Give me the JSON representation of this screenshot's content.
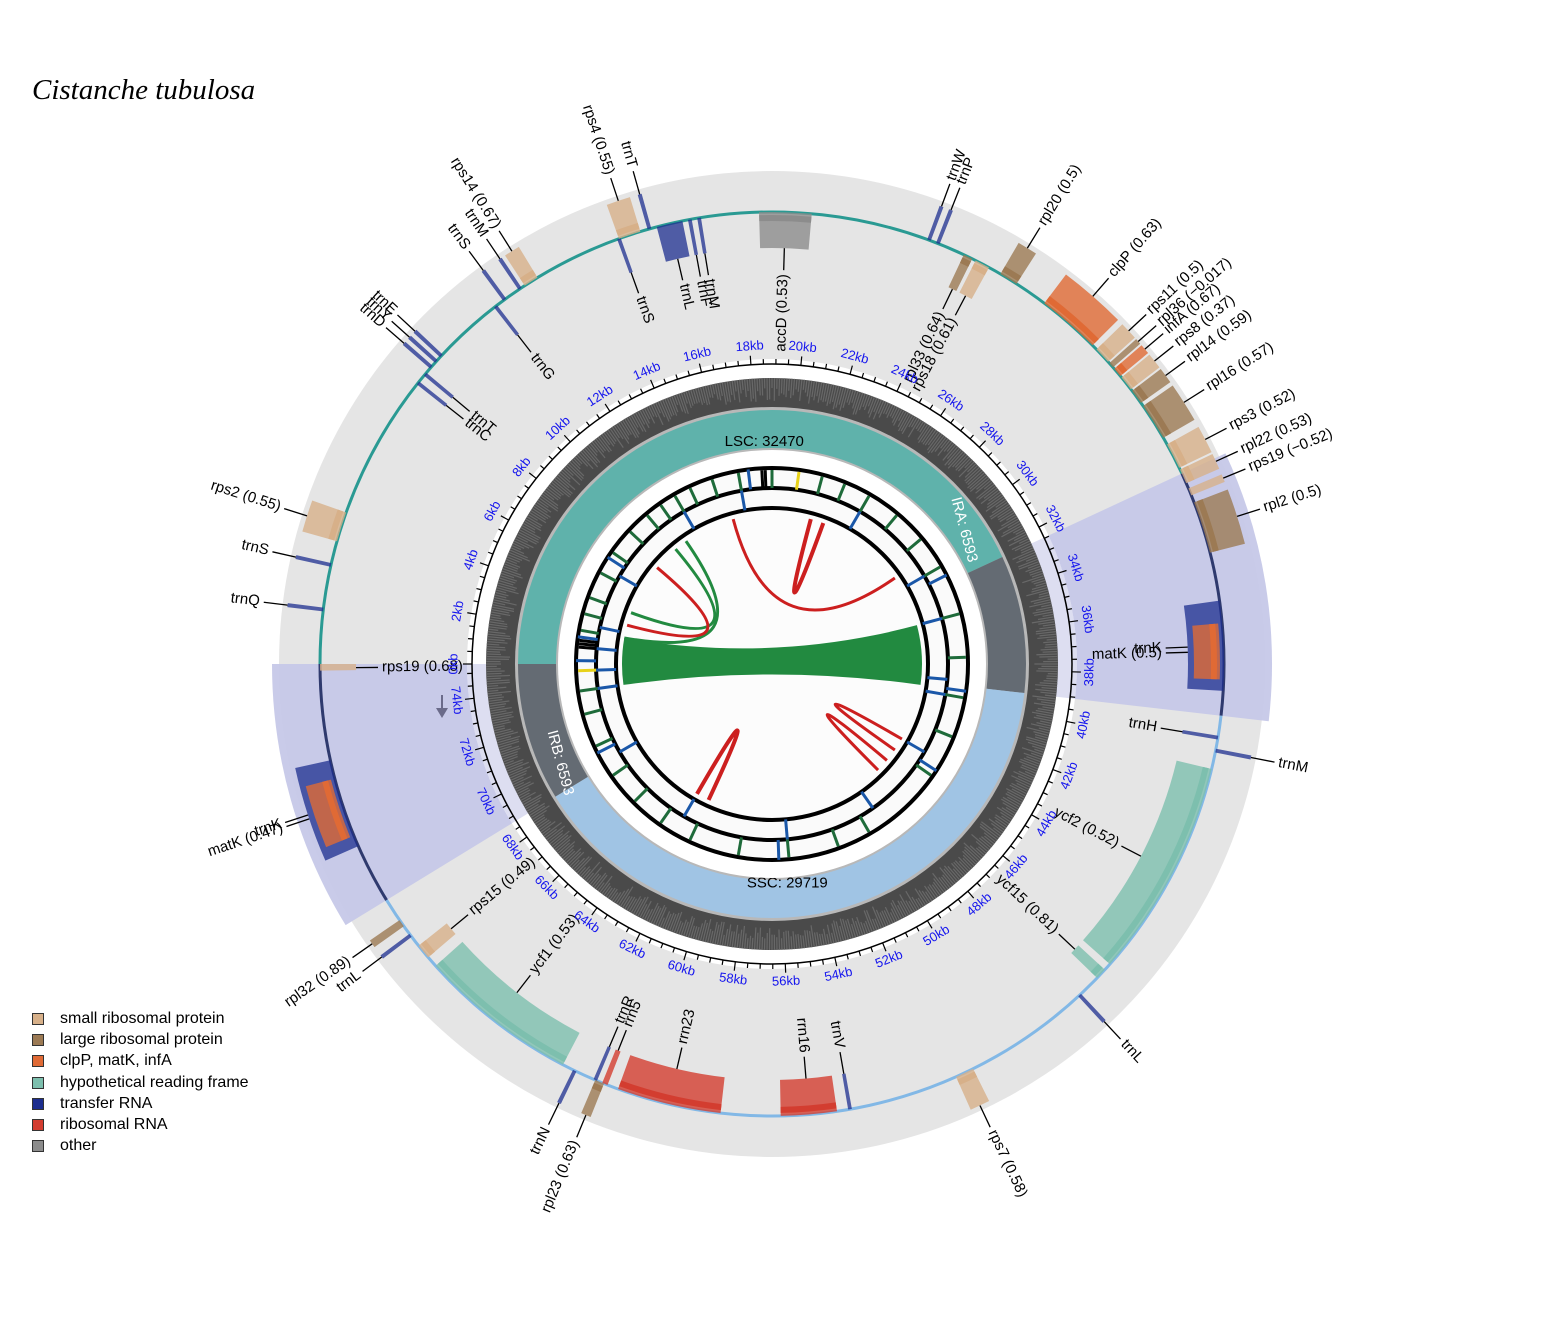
{
  "title": "Cistanche tubulosa",
  "colors": {
    "small_ribosomal": "#d7b089",
    "large_ribosomal": "#9c7a54",
    "clpP_matK_infA": "#e06a35",
    "hypothetical": "#7dbfae",
    "trna": "#1c2d8f",
    "rrna": "#d33d30",
    "other": "#8c8c8c",
    "lsc": "#5fb2ab",
    "ssc": "#a0c4e4",
    "ir": "#646b73",
    "ir_shade": "#c6c8e8",
    "ring_bg": "#e5e5e5",
    "lsc_line": "#2a9a93",
    "ssc_line": "#82b8e6",
    "ir_line": "#2f3a6e",
    "tick_label": "#1515ee",
    "link_green": "#228a40",
    "link_red": "#cc1f1f"
  },
  "legend": [
    {
      "label": "small ribosomal protein",
      "color": "#d7b089"
    },
    {
      "label": "large ribosomal protein",
      "color": "#9c7a54"
    },
    {
      "label": "clpP, matK, infA",
      "color": "#e06a35"
    },
    {
      "label": "hypothetical reading frame",
      "color": "#7dbfae"
    },
    {
      "label": "transfer RNA",
      "color": "#1c2d8f"
    },
    {
      "label": "ribosomal RNA",
      "color": "#d33d30"
    },
    {
      "label": "other",
      "color": "#8c8c8c"
    }
  ],
  "genome": {
    "total_kb": 75.375,
    "regions": [
      {
        "name": "LSC",
        "label": "LSC: 32470",
        "start": 0,
        "end": 32.47
      },
      {
        "name": "IRA",
        "label": "IRA: 6593",
        "start": 32.47,
        "end": 39.063
      },
      {
        "name": "SSC",
        "label": "SSC: 29719",
        "start": 39.063,
        "end": 68.782
      },
      {
        "name": "IRB",
        "label": "IRB: 6593",
        "start": 68.782,
        "end": 75.375
      }
    ],
    "tick_labels": [
      "0kb",
      "2kb",
      "4kb",
      "6kb",
      "8kb",
      "10kb",
      "12kb",
      "14kb",
      "16kb",
      "18kb",
      "20kb",
      "22kb",
      "24kb",
      "26kb",
      "28kb",
      "30kb",
      "32kb",
      "34kb",
      "36kb",
      "38kb",
      "40kb",
      "42kb",
      "44kb",
      "46kb",
      "48kb",
      "50kb",
      "52kb",
      "54kb",
      "56kb",
      "58kb",
      "60kb",
      "62kb",
      "64kb",
      "66kb",
      "68kb",
      "70kb",
      "72kb",
      "74kb"
    ]
  },
  "genes": [
    {
      "label": "rps19 (0.68)",
      "cat": "small_ribosomal",
      "start": 75.375,
      "end": 75.2,
      "side": "in",
      "angle": -90.5
    },
    {
      "label": "trnQ",
      "cat": "trna",
      "start": 1.4,
      "end": 1.5,
      "side": "out"
    },
    {
      "label": "trnS",
      "cat": "trna",
      "start": 2.6,
      "end": 2.7,
      "side": "out"
    },
    {
      "label": "rps2 (0.55)",
      "cat": "small_ribosomal",
      "start": 3.3,
      "end": 4.1,
      "side": "out"
    },
    {
      "label": "trnC",
      "cat": "trna",
      "start": 8.0,
      "end": 8.1,
      "side": "in"
    },
    {
      "label": "trnT",
      "cat": "trna",
      "start": 8.3,
      "end": 8.4,
      "side": "in"
    },
    {
      "label": "trnD",
      "cat": "trna",
      "start": 8.55,
      "end": 8.65,
      "side": "out"
    },
    {
      "label": "trnY",
      "cat": "trna",
      "start": 8.75,
      "end": 8.85,
      "side": "out"
    },
    {
      "label": "trnE",
      "cat": "trna",
      "start": 8.95,
      "end": 9.05,
      "side": "out"
    },
    {
      "label": "trnG",
      "cat": "trna",
      "start": 10.9,
      "end": 11.0,
      "side": "in"
    },
    {
      "label": "trnS",
      "cat": "trna",
      "start": 11.2,
      "end": 11.3,
      "side": "out"
    },
    {
      "label": "trnM",
      "cat": "trna",
      "start": 11.7,
      "end": 11.8,
      "side": "out"
    },
    {
      "label": "rps14 (0.67)",
      "cat": "small_ribosomal",
      "start": 11.9,
      "end": 12.3,
      "side": "out"
    },
    {
      "label": "trnS",
      "cat": "trna",
      "start": 14.65,
      "end": 14.75,
      "side": "in"
    },
    {
      "label": "rps4 (0.55)",
      "cat": "small_ribosomal",
      "start": 14.7,
      "end": 15.3,
      "side": "out"
    },
    {
      "label": "trnT",
      "cat": "trna",
      "start": 15.5,
      "end": 15.6,
      "side": "out"
    },
    {
      "label": "trnL",
      "cat": "trna",
      "start": 15.75,
      "end": 16.45,
      "side": "in"
    },
    {
      "label": "trnF",
      "cat": "trna",
      "start": 16.6,
      "end": 16.7,
      "side": "in"
    },
    {
      "label": "trnM",
      "cat": "trna",
      "start": 16.85,
      "end": 16.95,
      "side": "in"
    },
    {
      "label": "accD (0.53)",
      "cat": "other",
      "start": 18.5,
      "end": 19.9,
      "side": "in"
    },
    {
      "label": "trnW",
      "cat": "trna",
      "start": 23.05,
      "end": 23.15,
      "side": "out"
    },
    {
      "label": "trnP",
      "cat": "trna",
      "start": 23.3,
      "end": 23.4,
      "side": "out"
    },
    {
      "label": "rpl33 (0.64)",
      "cat": "large_ribosomal",
      "start": 24.1,
      "end": 24.35,
      "side": "in"
    },
    {
      "label": "rps18 (0.61)",
      "cat": "small_ribosomal",
      "start": 24.45,
      "end": 24.85,
      "side": "in"
    },
    {
      "label": "rpl20 (0.5)",
      "cat": "large_ribosomal",
      "start": 25.2,
      "end": 25.7,
      "side": "out"
    },
    {
      "label": "clpP (0.63)",
      "cat": "clpP_matK_infA",
      "start": 26.6,
      "end": 28.3,
      "side": "out"
    },
    {
      "label": "rps11 (0.5)",
      "cat": "small_ribosomal",
      "start": 28.45,
      "end": 28.9,
      "side": "out"
    },
    {
      "label": "rpl36 (−0.017)",
      "cat": "large_ribosomal",
      "start": 28.95,
      "end": 29.1,
      "side": "out"
    },
    {
      "label": "infA (0.67)",
      "cat": "clpP_matK_infA",
      "start": 29.15,
      "end": 29.4,
      "side": "out"
    },
    {
      "label": "rps8 (0.37)",
      "cat": "small_ribosomal",
      "start": 29.45,
      "end": 29.85,
      "side": "out"
    },
    {
      "label": "rpl14 (0.59)",
      "cat": "large_ribosomal",
      "start": 29.9,
      "end": 30.3,
      "side": "out"
    },
    {
      "label": "rpl16 (0.57)",
      "cat": "large_ribosomal",
      "start": 30.4,
      "end": 31.4,
      "side": "out"
    },
    {
      "label": "rps3 (0.52)",
      "cat": "small_ribosomal",
      "start": 31.6,
      "end": 32.3,
      "side": "out"
    },
    {
      "label": "rpl22 (0.53)",
      "cat": "small_ribosomal",
      "start": 32.35,
      "end": 32.75,
      "side": "out"
    },
    {
      "label": "rps19 (−0.52)",
      "cat": "small_ribosomal",
      "start": 32.9,
      "end": 33.1,
      "side": "out"
    },
    {
      "label": "rpl2 (0.5)",
      "cat": "large_ribosomal",
      "start": 33.3,
      "end": 34.7,
      "side": "out"
    },
    {
      "label": "trnK",
      "cat": "trna",
      "start": 36.0,
      "end": 38.4,
      "side": "in"
    },
    {
      "label": "matK (0.5)",
      "cat": "clpP_matK_infA",
      "start": 36.6,
      "end": 38.1,
      "side": "in",
      "inner": true
    },
    {
      "label": "trnH",
      "cat": "trna",
      "start": 39.6,
      "end": 39.7,
      "side": "in"
    },
    {
      "label": "trnM",
      "cat": "trna",
      "start": 39.95,
      "end": 40.05,
      "side": "out"
    },
    {
      "label": "ycf2 (0.52)",
      "cat": "hypothetical",
      "start": 40.5,
      "end": 46.4,
      "side": "in"
    },
    {
      "label": "ycf15 (0.81)",
      "cat": "hypothetical",
      "start": 46.6,
      "end": 46.9,
      "side": "in"
    },
    {
      "label": "trnL",
      "cat": "trna",
      "start": 47.5,
      "end": 47.6,
      "side": "out"
    },
    {
      "label": "rps7 (0.58)",
      "cat": "small_ribosomal",
      "start": 51.0,
      "end": 51.5,
      "side": "out"
    },
    {
      "label": "trnV",
      "cat": "trna",
      "start": 54.4,
      "end": 54.5,
      "side": "in"
    },
    {
      "label": "rrn16",
      "cat": "rrna",
      "start": 54.8,
      "end": 56.3,
      "side": "in"
    },
    {
      "label": "rrn23",
      "cat": "rrna",
      "start": 57.9,
      "end": 60.7,
      "side": "in"
    },
    {
      "label": "rrn5",
      "cat": "rrna",
      "start": 61.0,
      "end": 61.15,
      "side": "in"
    },
    {
      "label": "trnR",
      "cat": "trna",
      "start": 61.3,
      "end": 61.4,
      "side": "in"
    },
    {
      "label": "rpl23 (0.63)",
      "cat": "large_ribosomal",
      "start": 61.1,
      "end": 61.35,
      "side": "out"
    },
    {
      "label": "trnN",
      "cat": "trna",
      "start": 61.9,
      "end": 62.0,
      "side": "out"
    },
    {
      "label": "ycf1 (0.53)",
      "cat": "hypothetical",
      "start": 62.3,
      "end": 66.6,
      "side": "in"
    },
    {
      "label": "rps15 (0.49)",
      "cat": "small_ribosomal",
      "start": 66.9,
      "end": 67.3,
      "side": "in"
    },
    {
      "label": "trnL",
      "cat": "trna",
      "start": 67.6,
      "end": 67.7,
      "side": "out"
    },
    {
      "label": "rpl32 (0.89)",
      "cat": "large_ribosomal",
      "start": 67.95,
      "end": 68.15,
      "side": "out"
    },
    {
      "label": "trnK",
      "cat": "trna",
      "start": 70.4,
      "end": 72.8,
      "side": "out"
    },
    {
      "label": "matK (0.47)",
      "cat": "clpP_matK_infA",
      "start": 70.7,
      "end": 72.3,
      "side": "out",
      "inner": true
    }
  ]
}
